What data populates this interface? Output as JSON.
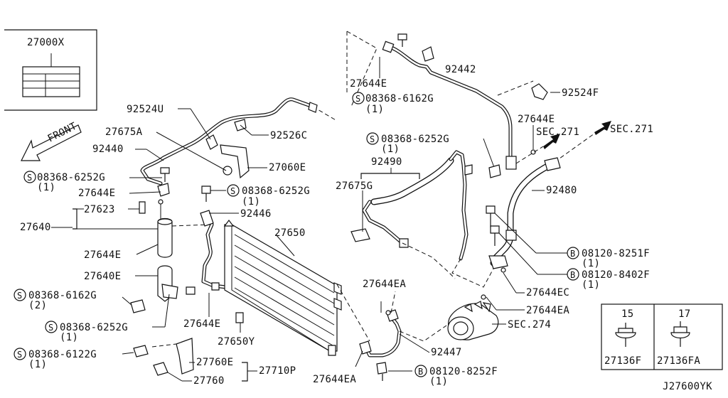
{
  "labels": {
    "l_27000X": "27000X",
    "l_92442": "92442",
    "l_92524F": "92524F",
    "l_27644E_top": "27644E",
    "l_08368_6162G_top": "08368-6162G",
    "l_qty_6162G_top": "(1)",
    "l_92524U": "92524U",
    "l_92526C": "92526C",
    "l_27675A": "27675A",
    "l_92440": "92440",
    "l_27060E": "27060E",
    "l_front": "FRONT",
    "l_08368_6252G_left": "08368-6252G",
    "l_qty_6252G_left": "(1)",
    "l_27644E_left": "27644E",
    "l_08368_6252G_mid": "08368-6252G",
    "l_qty_6252G_mid": "(1)",
    "l_27623": "27623",
    "l_92446": "92446",
    "l_27640": "27640",
    "l_27650": "27650",
    "l_27644E_left2": "27644E",
    "l_27640E": "27640E",
    "l_08368_6162G_low": "08368-6162G",
    "l_qty_6162G_low": "(2)",
    "l_08368_6252G_low": "08368-6252G",
    "l_qty_6252G_low": "(1)",
    "l_27644E_low": "27644E",
    "l_27650Y": "27650Y",
    "l_08368_6122G": "08368-6122G",
    "l_qty_6122G": "(1)",
    "l_27760E": "27760E",
    "l_27710P": "27710P",
    "l_27760": "27760",
    "l_27644EA_bottom": "27644EA",
    "l_08368_6252G_r": "08368-6252G",
    "l_qty_6252G_r": "(1)",
    "l_27644E_r": "27644E",
    "l_sec271_a": "SEC.271",
    "l_sec271_b": "SEC.271",
    "l_92490": "92490",
    "l_27675G": "27675G",
    "l_92480": "92480",
    "l_08120_8251F": "08120-8251F",
    "l_qty_8251F": "(1)",
    "l_08120_8402F": "08120-8402F",
    "l_qty_8402F": "(1)",
    "l_27644EA_mid": "27644EA",
    "l_27644EC": "27644EC",
    "l_27644EA_r": "27644EA",
    "l_sec274": "SEC.274",
    "l_92447": "92447",
    "l_08120_8252F": "08120-8252F",
    "l_qty_8252F": "(1)",
    "l_15": "15",
    "l_17": "17",
    "l_27136F": "27136F",
    "l_27136FA": "27136FA",
    "l_code": "J27600YK"
  },
  "markers": {
    "s": "S",
    "b": "B"
  }
}
